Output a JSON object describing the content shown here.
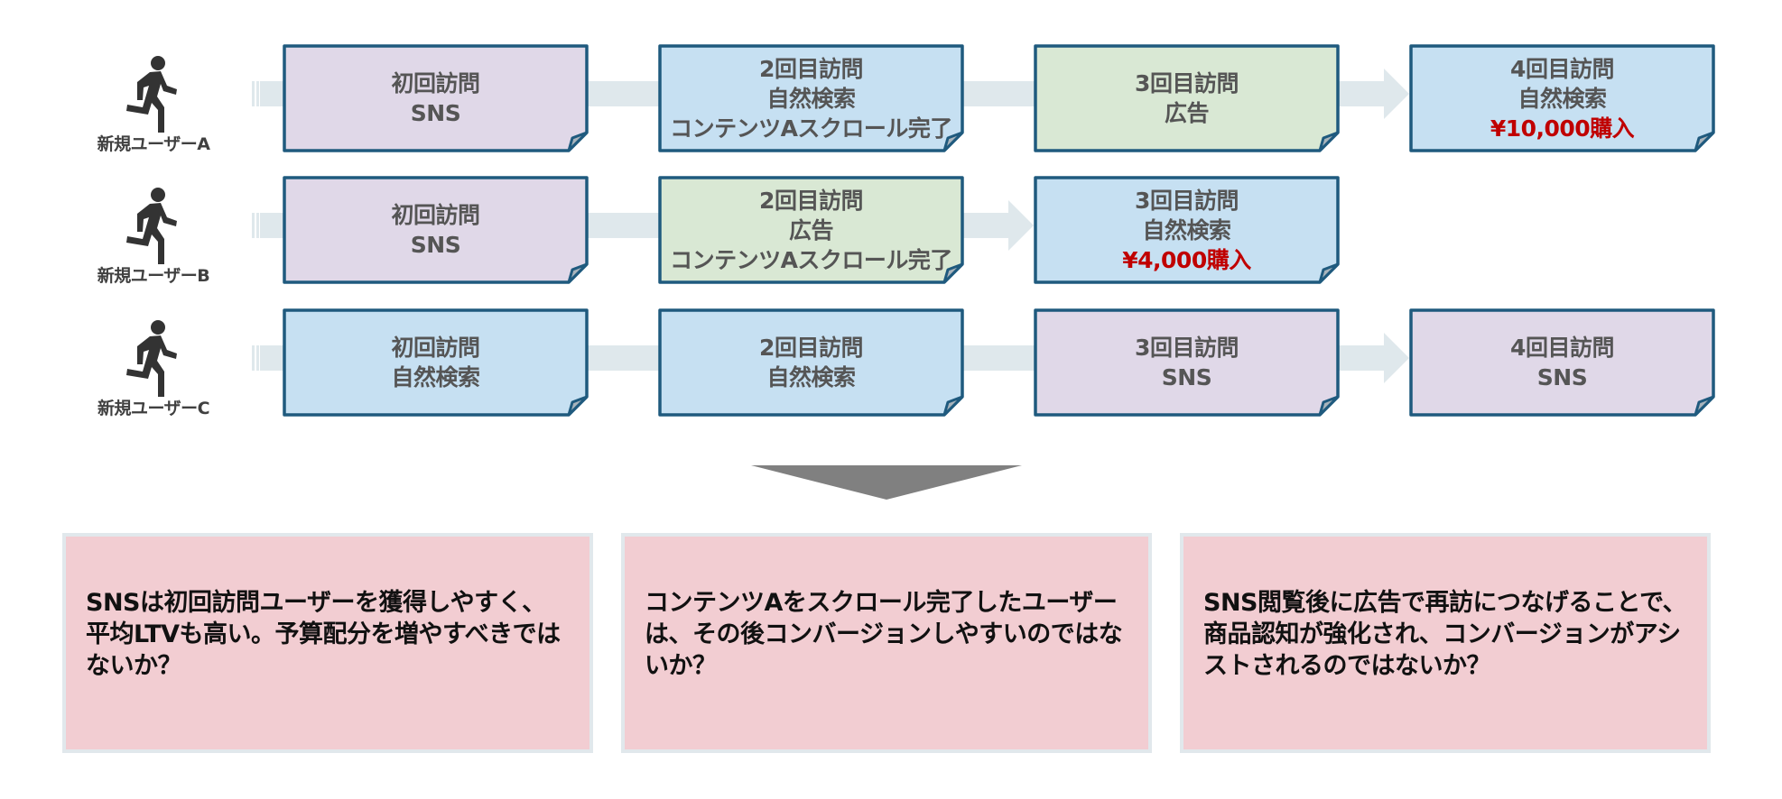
{
  "colors": {
    "card_border": "#1f5a7e",
    "sns_fill": "#e0d8e8",
    "search_fill": "#c6e0f2",
    "ad_fill": "#d9e8d4",
    "arrow_band": "#dfe8ec",
    "purchase_text": "#c00000",
    "insight_fill": "#f2cdd2",
    "down_arrow": "#808080"
  },
  "users": [
    {
      "label": "新規ユーザーA",
      "icon": "person-running-icon",
      "visits": [
        {
          "lines": [
            "初回訪問",
            "SNS"
          ],
          "channel": "sns"
        },
        {
          "lines": [
            "2回目訪問",
            "自然検索",
            "コンテンツAスクロール完了"
          ],
          "channel": "search"
        },
        {
          "lines": [
            "3回目訪問",
            "広告"
          ],
          "channel": "ad"
        },
        {
          "lines": [
            "4回目訪問",
            "自然検索"
          ],
          "purchase": "¥10,000購入",
          "channel": "search"
        }
      ]
    },
    {
      "label": "新規ユーザーB",
      "icon": "person-running-icon",
      "visits": [
        {
          "lines": [
            "初回訪問",
            "SNS"
          ],
          "channel": "sns"
        },
        {
          "lines": [
            "2回目訪問",
            "広告",
            "コンテンツAスクロール完了"
          ],
          "channel": "ad"
        },
        {
          "lines": [
            "3回目訪問",
            "自然検索"
          ],
          "purchase": "¥4,000購入",
          "channel": "search"
        }
      ]
    },
    {
      "label": "新規ユーザーC",
      "icon": "person-running-icon",
      "visits": [
        {
          "lines": [
            "初回訪問",
            "自然検索"
          ],
          "channel": "search"
        },
        {
          "lines": [
            "2回目訪問",
            "自然検索"
          ],
          "channel": "search"
        },
        {
          "lines": [
            "3回目訪問",
            "SNS"
          ],
          "channel": "sns"
        },
        {
          "lines": [
            "4回目訪問",
            "SNS"
          ],
          "channel": "sns"
        }
      ]
    }
  ],
  "insights": [
    {
      "text": "SNSは初回訪問ユーザーを獲得しやすく、平均LTVも高い。予算配分を増やすべきではないか？"
    },
    {
      "text": "コンテンツAをスクロール完了したユーザーは、その後コンバージョンしやすいのではないか？"
    },
    {
      "text": "SNS閲覧後に広告で再訪につなげることで、商品認知が強化され、コンバージョンがアシストされるのではないか？"
    }
  ]
}
